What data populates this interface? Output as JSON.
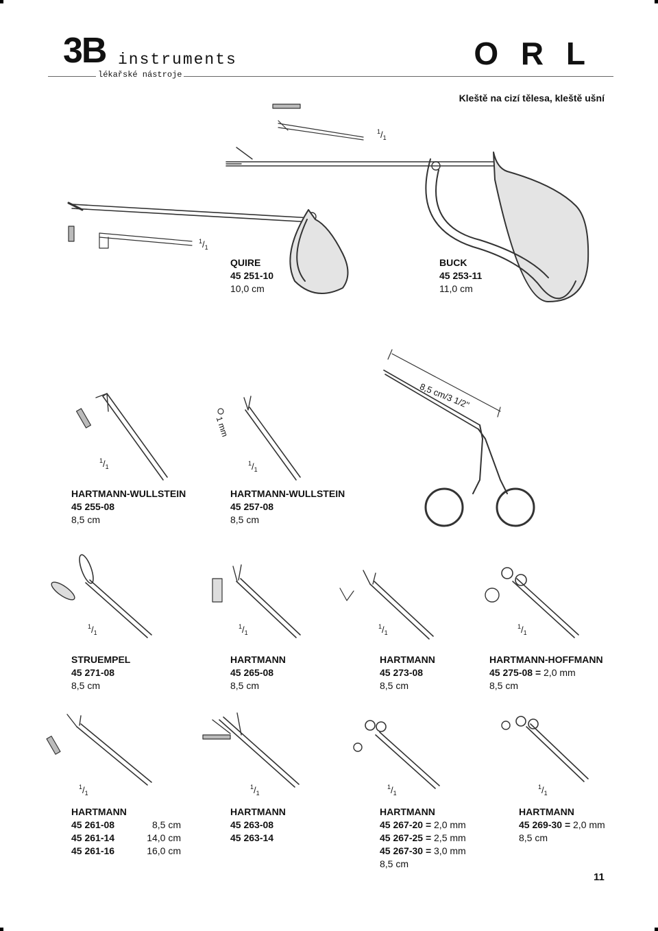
{
  "header": {
    "brand": "3B",
    "brand_word": "instruments",
    "brand_sub": "lékařské nástroje",
    "section": "O R L",
    "title": "Kleště na cizí tělesa, kleště ušní"
  },
  "scale_label": {
    "num": "1",
    "sep": "/",
    "den": "1"
  },
  "dimension_label": "8,5 cm/3 1/2''",
  "tip_label": "1 mm",
  "items": {
    "quire": {
      "name": "QUIRE",
      "code": "45 251-10",
      "size": "10,0 cm"
    },
    "buck": {
      "name": "BUCK",
      "code": "45 253-11",
      "size": "11,0 cm"
    },
    "hw1": {
      "name": "HARTMANN-WULLSTEIN",
      "code": "45 255-08",
      "size": "8,5 cm"
    },
    "hw2": {
      "name": "HARTMANN-WULLSTEIN",
      "code": "45 257-08",
      "size": "8,5 cm"
    },
    "struempel": {
      "name": "STRUEMPEL",
      "code": "45 271-08",
      "size": "8,5 cm"
    },
    "h265": {
      "name": "HARTMANN",
      "code": "45 265-08",
      "size": "8,5 cm"
    },
    "h273": {
      "name": "HARTMANN",
      "code": "45 273-08",
      "size": "8,5 cm"
    },
    "hoffmann": {
      "name": "HARTMANN-HOFFMANN",
      "code": "45 275-08 =",
      "spec": "2,0 mm",
      "size": "8,5 cm"
    },
    "h261": {
      "name": "HARTMANN",
      "rows": [
        {
          "code": "45 261-08",
          "size": "8,5 cm"
        },
        {
          "code": "45 261-14",
          "size": "14,0 cm"
        },
        {
          "code": "45 261-16",
          "size": "16,0 cm"
        }
      ]
    },
    "h263": {
      "name": "HARTMANN",
      "codes": [
        "45 263-08",
        "45 263-14"
      ]
    },
    "h267": {
      "name": "HARTMANN",
      "rows": [
        {
          "code": "45 267-20 =",
          "spec": "2,0 mm"
        },
        {
          "code": "45 267-25 =",
          "spec": "2,5 mm"
        },
        {
          "code": "45 267-30 =",
          "spec": "3,0 mm"
        }
      ],
      "size": "8,5 cm"
    },
    "h269": {
      "name": "HARTMANN",
      "code": "45 269-30 =",
      "spec": "2,0 mm",
      "size": "8,5 cm"
    }
  },
  "page_number": "11"
}
